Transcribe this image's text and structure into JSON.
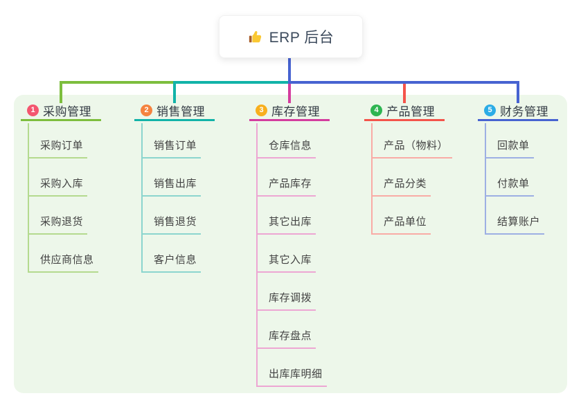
{
  "root": {
    "label": "ERP 后台",
    "icon": "thumbs-up"
  },
  "branches": [
    {
      "num": "1",
      "label": "采购管理",
      "badge_color": "#F4566F",
      "line_color": "#7DBE3E",
      "child_line_color": "#B4DA8E",
      "children": [
        "采购订单",
        "采购入库",
        "采购退货",
        "供应商信息"
      ]
    },
    {
      "num": "2",
      "label": "销售管理",
      "badge_color": "#F5833F",
      "line_color": "#12B3A8",
      "child_line_color": "#8BD5CE",
      "children": [
        "销售订单",
        "销售出库",
        "销售退货",
        "客户信息"
      ]
    },
    {
      "num": "3",
      "label": "库存管理",
      "badge_color": "#F8AF1D",
      "line_color": "#D43C9E",
      "child_line_color": "#EDA6D3",
      "children": [
        "仓库信息",
        "产品库存",
        "其它出库",
        "其它入库",
        "库存调拨",
        "库存盘点",
        "出库库明细"
      ]
    },
    {
      "num": "4",
      "label": "产品管理",
      "badge_color": "#2EB551",
      "line_color": "#F4544B",
      "child_line_color": "#F9ABA5",
      "children": [
        "产品（物料）",
        "产品分类",
        "产品单位"
      ]
    },
    {
      "num": "5",
      "label": "财务管理",
      "badge_color": "#2BACE6",
      "line_color": "#4763D1",
      "child_line_color": "#9DAFE3",
      "children": [
        "回款单",
        "付款单",
        "结算账户"
      ]
    }
  ],
  "colors": {
    "panel_bg": "#EDF7EA",
    "card_bg": "#FFFFFF",
    "root_connector": "#4763D1",
    "icon_yellow": "#FAC832",
    "icon_cuff_brown": "#A85D2A",
    "root_text": "#3C4A5C"
  }
}
